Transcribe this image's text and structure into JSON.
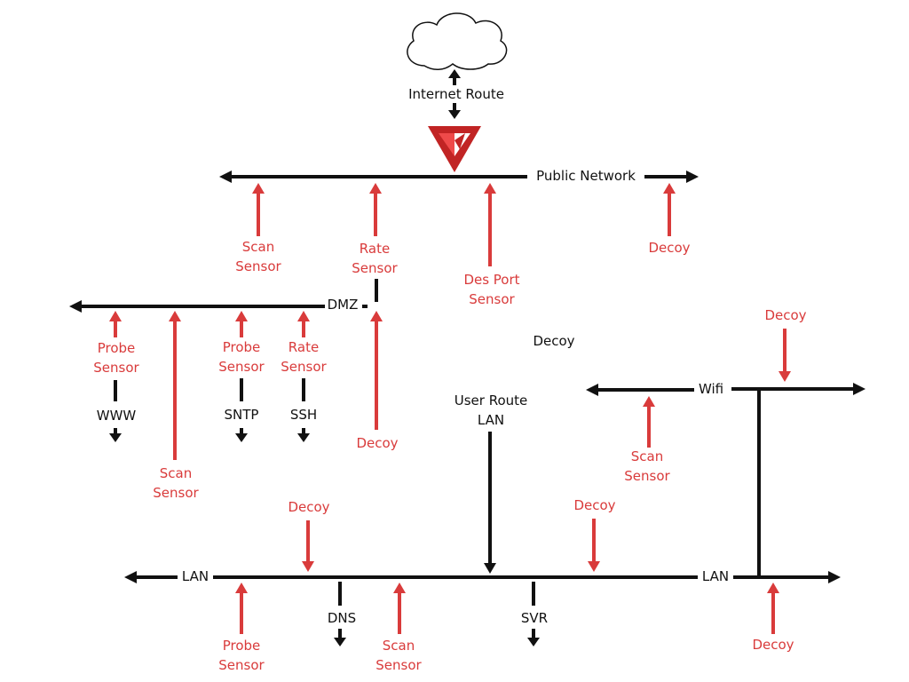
{
  "colors": {
    "black": "#111111",
    "red": "#d93b3b",
    "logo_dark": "#c12424",
    "logo_light": "#ef4a4a"
  },
  "icons": {
    "cloud": "cloud-icon",
    "logo": "v-shield-logo-icon"
  },
  "labels": {
    "internet_route": "Internet Route",
    "public_network": "Public Network",
    "dmz": "DMZ",
    "user_route": "User Route",
    "user_route_lan": "LAN",
    "wifi": "Wifi",
    "lan_left": "LAN",
    "lan_right": "LAN",
    "www": "WWW",
    "sntp": "SNTP",
    "ssh": "SSH",
    "dns": "DNS",
    "svr": "SVR",
    "decoy_floating": "Decoy"
  },
  "sensors": {
    "pub_scan": [
      "Scan",
      "Sensor"
    ],
    "pub_rate": [
      "Rate",
      "Sensor"
    ],
    "pub_desport": [
      "Des Port",
      "Sensor"
    ],
    "pub_decoy": [
      "Decoy"
    ],
    "dmz_probe_www": [
      "Probe",
      "Sensor"
    ],
    "dmz_scan": [
      "Scan",
      "Sensor"
    ],
    "dmz_probe_sntp": [
      "Probe",
      "Sensor"
    ],
    "dmz_rate_ssh": [
      "Rate",
      "Sensor"
    ],
    "dmz_decoy": [
      "Decoy"
    ],
    "wifi_decoy": [
      "Decoy"
    ],
    "wifi_scan": [
      "Scan",
      "Sensor"
    ],
    "lan_decoy_left": [
      "Decoy"
    ],
    "lan_decoy_right": [
      "Decoy"
    ],
    "lan_probe": [
      "Probe",
      "Sensor"
    ],
    "lan_scan": [
      "Scan",
      "Sensor"
    ],
    "lan_decoy_bottom": [
      "Decoy"
    ]
  }
}
